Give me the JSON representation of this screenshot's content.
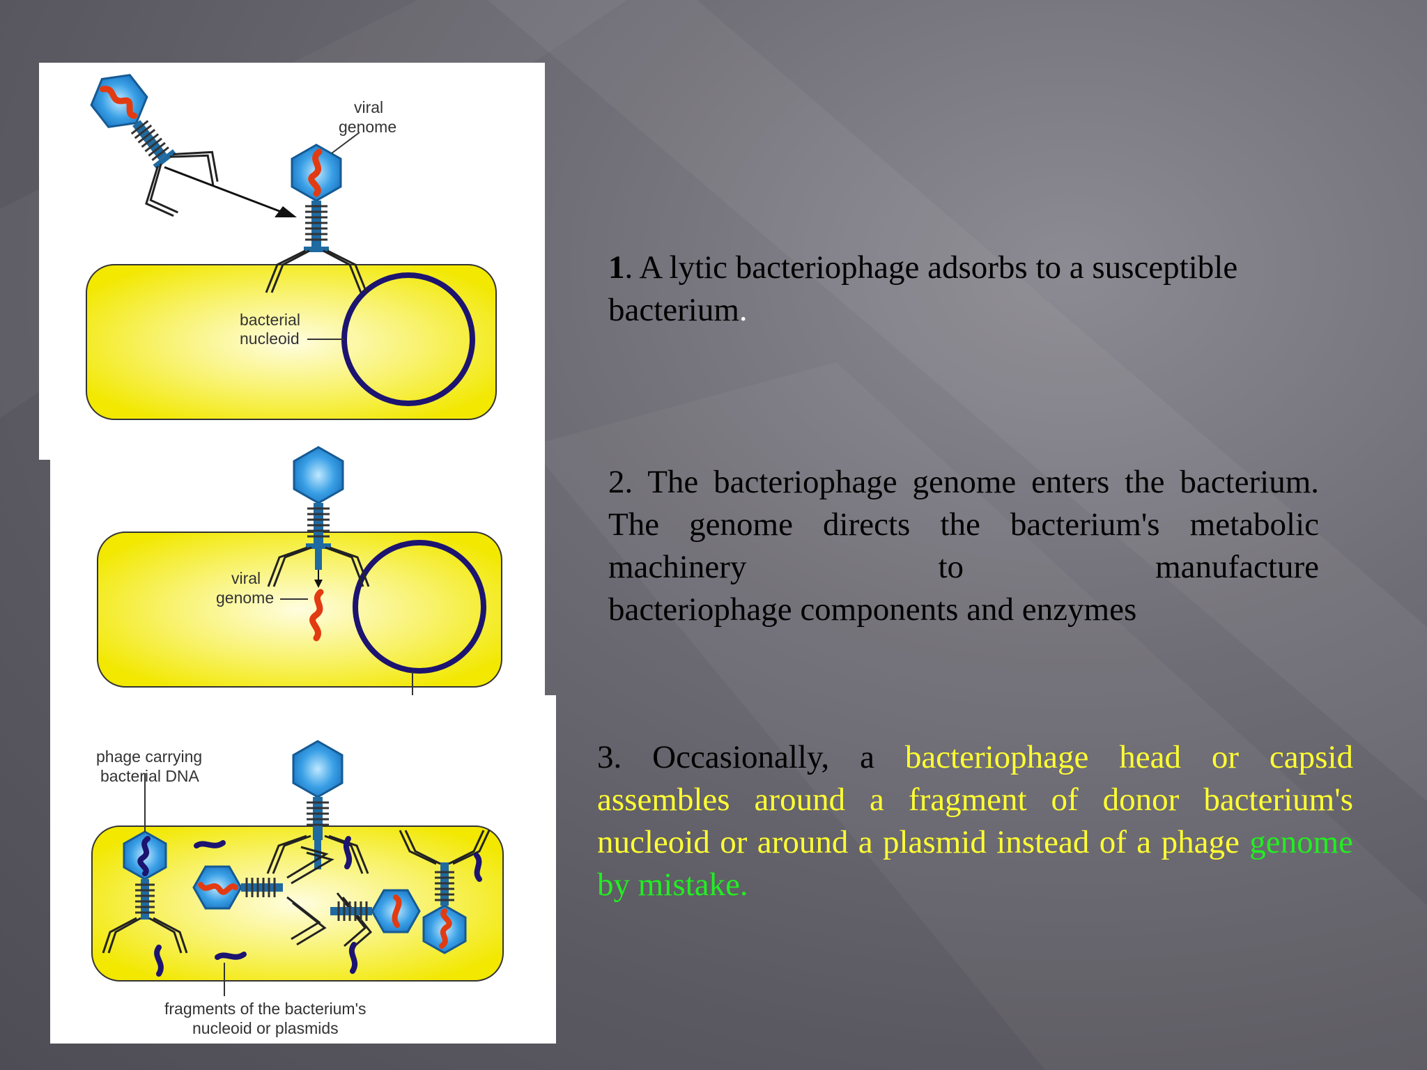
{
  "colors": {
    "cell_fill": "#f5ee1a",
    "capsid": "#2b8fd8",
    "tail": "#1f6aa0",
    "viral_dna": "#e23b12",
    "bacterial_dna": "#1c1470",
    "highlight_yellow": "#ffff33",
    "highlight_green": "#22ee22"
  },
  "panel1": {
    "label_viral_genome_1": "viral",
    "label_viral_genome_2": "genome",
    "label_nucleoid_1": "bacterial",
    "label_nucleoid_2": "nucleoid"
  },
  "panel2": {
    "label_viral_genome_1": "viral",
    "label_viral_genome_2": "genome"
  },
  "panel3": {
    "label_phage_1": "phage carrying",
    "label_phage_2": "bacterial DNA",
    "label_fragments_1": "fragments of the bacterium's",
    "label_fragments_2": "nucleoid or plasmids"
  },
  "steps": {
    "step1_num": "1",
    "step1_text": ". A lytic bacteriophage adsorbs to a susceptible bacterium",
    "step1_period": ".",
    "step2_main": "2. The bacteriophage genome enters the bacterium. The genome directs the bacterium's metabolic machinery to manufacture",
    "step2_last": "bacteriophage components and enzymes",
    "step3_black": "3. Occasionally, a ",
    "step3_yellow": "bacteriophage head or capsid assembles around a fragment of donor bacterium's nucleoid or around a plasmid instead of a phage ",
    "step3_green": "genome by mistake."
  }
}
